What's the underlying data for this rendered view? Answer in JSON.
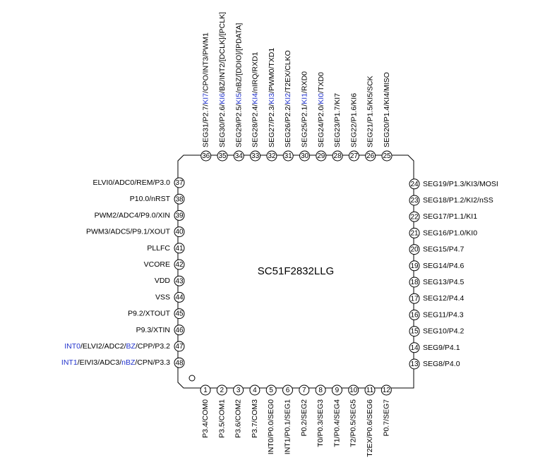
{
  "chip": {
    "name": "SC51F2832LLG",
    "label_colors": {
      "default": "#000000",
      "highlight": "#2233cc"
    }
  },
  "pins": {
    "bottom": [
      {
        "num": "1",
        "label": [
          {
            "t": "P3.4/COM0"
          }
        ]
      },
      {
        "num": "2",
        "label": [
          {
            "t": "P3.5/COM1"
          }
        ]
      },
      {
        "num": "3",
        "label": [
          {
            "t": "P3.6/COM2"
          }
        ]
      },
      {
        "num": "4",
        "label": [
          {
            "t": "P3.7/COM3"
          }
        ]
      },
      {
        "num": "5",
        "label": [
          {
            "t": "INT0/P0.0/SEG0"
          }
        ]
      },
      {
        "num": "6",
        "label": [
          {
            "t": "INT1/P0.1/SEG1"
          }
        ]
      },
      {
        "num": "7",
        "label": [
          {
            "t": "P0.2/SEG2"
          }
        ]
      },
      {
        "num": "8",
        "label": [
          {
            "t": "T0/P0.3/SEG3"
          }
        ]
      },
      {
        "num": "9",
        "label": [
          {
            "t": "T1/P0.4/SEG4"
          }
        ]
      },
      {
        "num": "10",
        "label": [
          {
            "t": "T2/P0.5/SEG5"
          }
        ]
      },
      {
        "num": "11",
        "label": [
          {
            "t": "T2EX/P0.6/SEG6"
          }
        ]
      },
      {
        "num": "12",
        "label": [
          {
            "t": "P0.7/SEG7"
          }
        ]
      }
    ],
    "right": [
      {
        "num": "13",
        "label": [
          {
            "t": "SEG8/P4.0"
          }
        ]
      },
      {
        "num": "14",
        "label": [
          {
            "t": "SEG9/P4.1"
          }
        ]
      },
      {
        "num": "15",
        "label": [
          {
            "t": "SEG10/P4.2"
          }
        ]
      },
      {
        "num": "16",
        "label": [
          {
            "t": "SEG11/P4.3"
          }
        ]
      },
      {
        "num": "17",
        "label": [
          {
            "t": "SEG12/P4.4"
          }
        ]
      },
      {
        "num": "18",
        "label": [
          {
            "t": "SEG13/P4.5"
          }
        ]
      },
      {
        "num": "19",
        "label": [
          {
            "t": "SEG14/P4.6"
          }
        ]
      },
      {
        "num": "20",
        "label": [
          {
            "t": "SEG15/P4.7"
          }
        ]
      },
      {
        "num": "21",
        "label": [
          {
            "t": "SEG16/P1.0/KI0"
          }
        ]
      },
      {
        "num": "22",
        "label": [
          {
            "t": "SEG17/P1.1/KI1"
          }
        ]
      },
      {
        "num": "23",
        "label": [
          {
            "t": "SEG18/P1.2/KI2/nSS"
          }
        ]
      },
      {
        "num": "24",
        "label": [
          {
            "t": "SEG19/P1.3/KI3/MOSI"
          }
        ]
      }
    ],
    "top": [
      {
        "num": "25",
        "label": [
          {
            "t": "SEG20/P1.4/KI4/MISO"
          }
        ]
      },
      {
        "num": "26",
        "label": [
          {
            "t": "SEG21/P1.5/KI5/SCK"
          }
        ]
      },
      {
        "num": "27",
        "label": [
          {
            "t": "SEG22/P1.6/KI6"
          }
        ]
      },
      {
        "num": "28",
        "label": [
          {
            "t": "SEG23/P1.7/KI7"
          }
        ]
      },
      {
        "num": "29",
        "label": [
          {
            "t": "SEG24/P2.0/"
          },
          {
            "t": "KI0",
            "h": true
          },
          {
            "t": "/TXD0"
          }
        ]
      },
      {
        "num": "30",
        "label": [
          {
            "t": "SEG25/P2.1/"
          },
          {
            "t": "KI1",
            "h": true
          },
          {
            "t": "/RXD0"
          }
        ]
      },
      {
        "num": "31",
        "label": [
          {
            "t": "SEG26/P2.2/"
          },
          {
            "t": "KI2",
            "h": true
          },
          {
            "t": "/T2EX/CLKO"
          }
        ]
      },
      {
        "num": "32",
        "label": [
          {
            "t": "SEG27/P2.3/"
          },
          {
            "t": "KI3",
            "h": true
          },
          {
            "t": "/PWM0/TXD1"
          }
        ]
      },
      {
        "num": "33",
        "label": [
          {
            "t": "SEG28/P2.4/"
          },
          {
            "t": "KI4",
            "h": true
          },
          {
            "t": "/nIRQ/RXD1"
          }
        ]
      },
      {
        "num": "34",
        "label": [
          {
            "t": "SEG29/P2.5/"
          },
          {
            "t": "KI5",
            "h": true
          },
          {
            "t": "/nBZ/[DDIO]/[PDATA]"
          }
        ]
      },
      {
        "num": "35",
        "label": [
          {
            "t": "SEG30/P2.6/"
          },
          {
            "t": "KI6",
            "h": true
          },
          {
            "t": "/BZ/INT2/[DCLK]/[PCLK]"
          }
        ]
      },
      {
        "num": "36",
        "label": [
          {
            "t": "SEG31/P2.7/"
          },
          {
            "t": "KI7",
            "h": true
          },
          {
            "t": "/CPO/INT3/PWM1"
          }
        ]
      }
    ],
    "left": [
      {
        "num": "37",
        "label": [
          {
            "t": "ELVI0/ADC0/REM/P3.0"
          }
        ]
      },
      {
        "num": "38",
        "label": [
          {
            "t": "P10.0/nRST"
          }
        ]
      },
      {
        "num": "39",
        "label": [
          {
            "t": "PWM2/ADC4/P9.0/XIN"
          }
        ]
      },
      {
        "num": "40",
        "label": [
          {
            "t": "PWM3/ADC5/P9.1/XOUT"
          }
        ]
      },
      {
        "num": "41",
        "label": [
          {
            "t": "PLLFC"
          }
        ]
      },
      {
        "num": "42",
        "label": [
          {
            "t": "VCORE"
          }
        ]
      },
      {
        "num": "43",
        "label": [
          {
            "t": "VDD"
          }
        ]
      },
      {
        "num": "44",
        "label": [
          {
            "t": "VSS"
          }
        ]
      },
      {
        "num": "45",
        "label": [
          {
            "t": "P9.2/XTOUT"
          }
        ]
      },
      {
        "num": "46",
        "label": [
          {
            "t": "P9.3/XTIN"
          }
        ]
      },
      {
        "num": "47",
        "label": [
          {
            "t": "INT0",
            "h": true
          },
          {
            "t": "/ELVI2/ADC2/"
          },
          {
            "t": "BZ",
            "h": true
          },
          {
            "t": "/CPP/P3.2"
          }
        ]
      },
      {
        "num": "48",
        "label": [
          {
            "t": "INT1",
            "h": true
          },
          {
            "t": "/EIVI3/ADC3/"
          },
          {
            "t": "nBZ",
            "h": true
          },
          {
            "t": "/CPN/P3.3"
          }
        ]
      }
    ]
  }
}
